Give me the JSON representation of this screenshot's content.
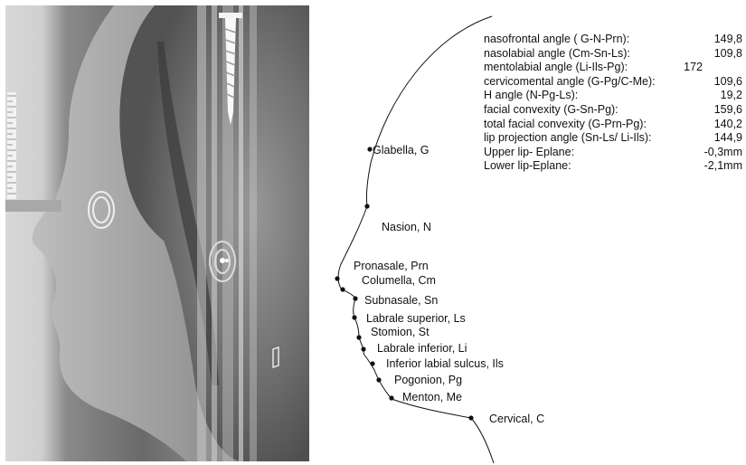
{
  "landmarks": [
    {
      "id": "glabella",
      "label": "Glabella, G"
    },
    {
      "id": "nasion",
      "label": "Nasion, N"
    },
    {
      "id": "pronasale",
      "label": "Pronasale, Prn"
    },
    {
      "id": "columella",
      "label": "Columella, Cm"
    },
    {
      "id": "subnasale",
      "label": "Subnasale, Sn"
    },
    {
      "id": "labrale-superior",
      "label": "Labrale superior, Ls"
    },
    {
      "id": "stomion",
      "label": "Stomion, St"
    },
    {
      "id": "labrale-inferior",
      "label": "Labrale inferior, Li"
    },
    {
      "id": "inferior-labial-sulcus",
      "label": "Inferior labial sulcus, Ils"
    },
    {
      "id": "pogonion",
      "label": "Pogonion, Pg"
    },
    {
      "id": "menton",
      "label": "Menton, Me"
    },
    {
      "id": "cervical",
      "label": "Cervical, C"
    }
  ],
  "measurements": [
    {
      "name": "nasofrontal angle ( G-N-Prn):",
      "value": "149,8"
    },
    {
      "name": "nasolabial angle (Cm-Sn-Ls):",
      "value": "109,8"
    },
    {
      "name": "mentolabial angle (Li-Ils-Pg):",
      "value": "172"
    },
    {
      "name": "cervicomental angle (G-Pg/C-Me):",
      "value": "109,6"
    },
    {
      "name": "H angle (N-Pg-Ls):",
      "value": "19,2"
    },
    {
      "name": "facial convexity (G-Sn-Pg):",
      "value": "159,6"
    },
    {
      "name": "total facial convexity (G-Prn-Pg):",
      "value": "140,2"
    },
    {
      "name": "lip projection angle (Sn-Ls/ Li-Ils):",
      "value": "144,9"
    },
    {
      "name": "Upper lip- Eplane:",
      "value": "-0,3mm"
    },
    {
      "name": "Lower lip-Eplane:",
      "value": "-2,1mm"
    }
  ]
}
